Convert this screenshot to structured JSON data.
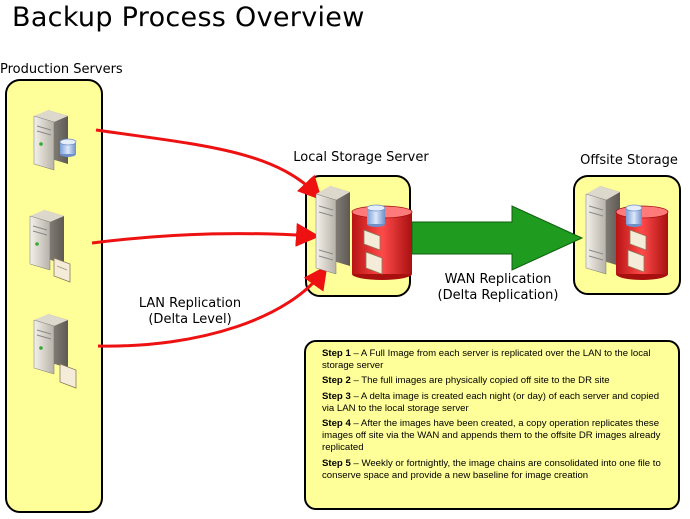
{
  "title": "Backup Process Overview",
  "nodes": {
    "production": {
      "label": "Production Servers"
    },
    "local": {
      "label": "Local Storage Server"
    },
    "offsite": {
      "label": "Offsite Storage"
    }
  },
  "edges": {
    "lan": {
      "line1": "LAN Replication",
      "line2": "(Delta Level)"
    },
    "wan": {
      "line1": "WAN Replication",
      "line2": "(Delta Replication)"
    }
  },
  "steps": [
    {
      "num": "Step 1",
      "text": " – A Full Image from each server is replicated over the LAN to the local storage server"
    },
    {
      "num": "Step 2",
      "text": " – The full images are physically copied off site to the DR site"
    },
    {
      "num": "Step 3",
      "text": " – A delta image is created each night (or day) of each server and copied via LAN to the local storage server"
    },
    {
      "num": "Step 4",
      "text": " – After the images have been created, a copy operation replicates these images off site via the WAN and appends them to the offsite DR images already replicated"
    },
    {
      "num": "Step 5",
      "text": " – Weekly or fortnightly, the image chains are consolidated into one file to conserve space and provide a new baseline for image creation"
    }
  ],
  "colors": {
    "box_fill": "#ffff99",
    "red_arrow": "#ee1111",
    "green_arrow": "#229922",
    "disk_red": "#dd2222"
  }
}
